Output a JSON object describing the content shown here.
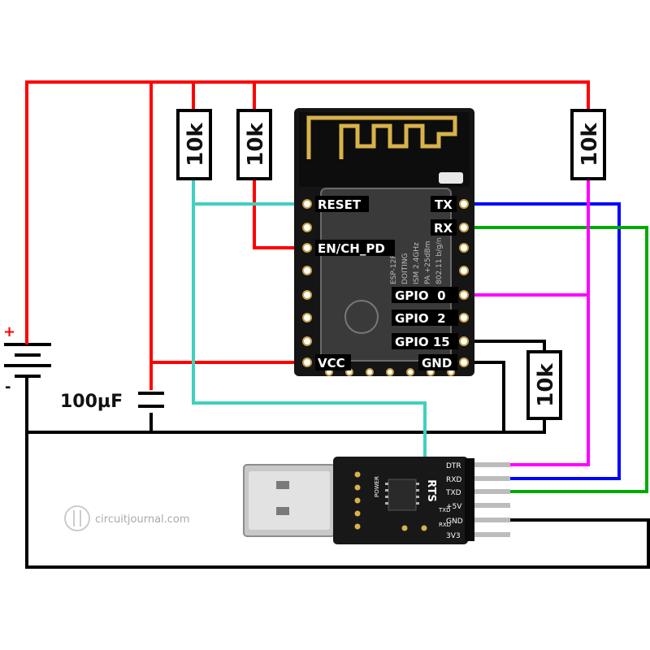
{
  "module": {
    "pins_left": [
      "RESET",
      "EN/CH_PD",
      "VCC"
    ],
    "pins_right": [
      "TX",
      "RX",
      "GPIO  0",
      "GPIO  2",
      "GPIO 15",
      "GND"
    ],
    "chip_text": [
      "ESP-12F",
      "DOITING",
      "ISM 2.4GHz",
      "PA +25dBm",
      "802.11 b/g/n"
    ]
  },
  "resistors": [
    "10k",
    "10k",
    "10k",
    "10k"
  ],
  "capacitor": {
    "label": "100µF"
  },
  "battery": {
    "plus": "+",
    "minus": "-"
  },
  "usb_adapter": {
    "pins": [
      "DTR",
      "RXD",
      "TXD",
      "+5V",
      "GND",
      "3V3"
    ],
    "rts_label": "RTS",
    "board_text": [
      "POWER",
      "TXD",
      "RXD"
    ]
  },
  "watermark": {
    "text": "circuitjournal.com"
  },
  "colors": {
    "power": "#ff0000",
    "ground": "#000000",
    "reset": "#40d0c0",
    "tx": "#0000ff",
    "rx": "#00aa00",
    "gpio0": "#ff00ff"
  }
}
